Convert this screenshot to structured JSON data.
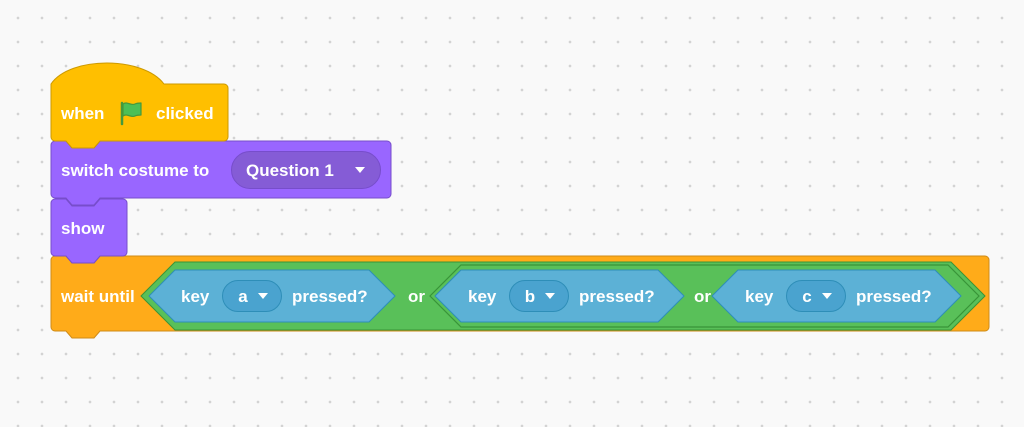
{
  "script": {
    "hat_block": {
      "text_before_icon": "when",
      "icon": "green-flag-icon",
      "text_after_icon": "clicked",
      "color": "#FFBF00",
      "border_color": "#CC9900"
    },
    "switch_costume_block": {
      "label": "switch costume to",
      "costume_value": "Question 1",
      "color": "#9966FF",
      "border_color": "#774DCB",
      "menu_color": "#855CD6"
    },
    "show_block": {
      "label": "show",
      "color": "#9966FF"
    },
    "wait_until_block": {
      "label": "wait until",
      "color": "#FFAB19",
      "border_color": "#CF8B17"
    },
    "or_operators": {
      "label": "or",
      "color": "#59C059",
      "border_color": "#389438"
    },
    "key_pressed_conditions": [
      {
        "key_label": "key",
        "key_value": "a",
        "pressed_label": "pressed?"
      },
      {
        "key_label": "key",
        "key_value": "b",
        "pressed_label": "pressed?"
      },
      {
        "key_label": "key",
        "key_value": "c",
        "pressed_label": "pressed?"
      }
    ],
    "sensing_color": "#5CB1D6",
    "sensing_border_color": "#2E8EB8",
    "sensing_menu_color": "#4AA3CF"
  }
}
